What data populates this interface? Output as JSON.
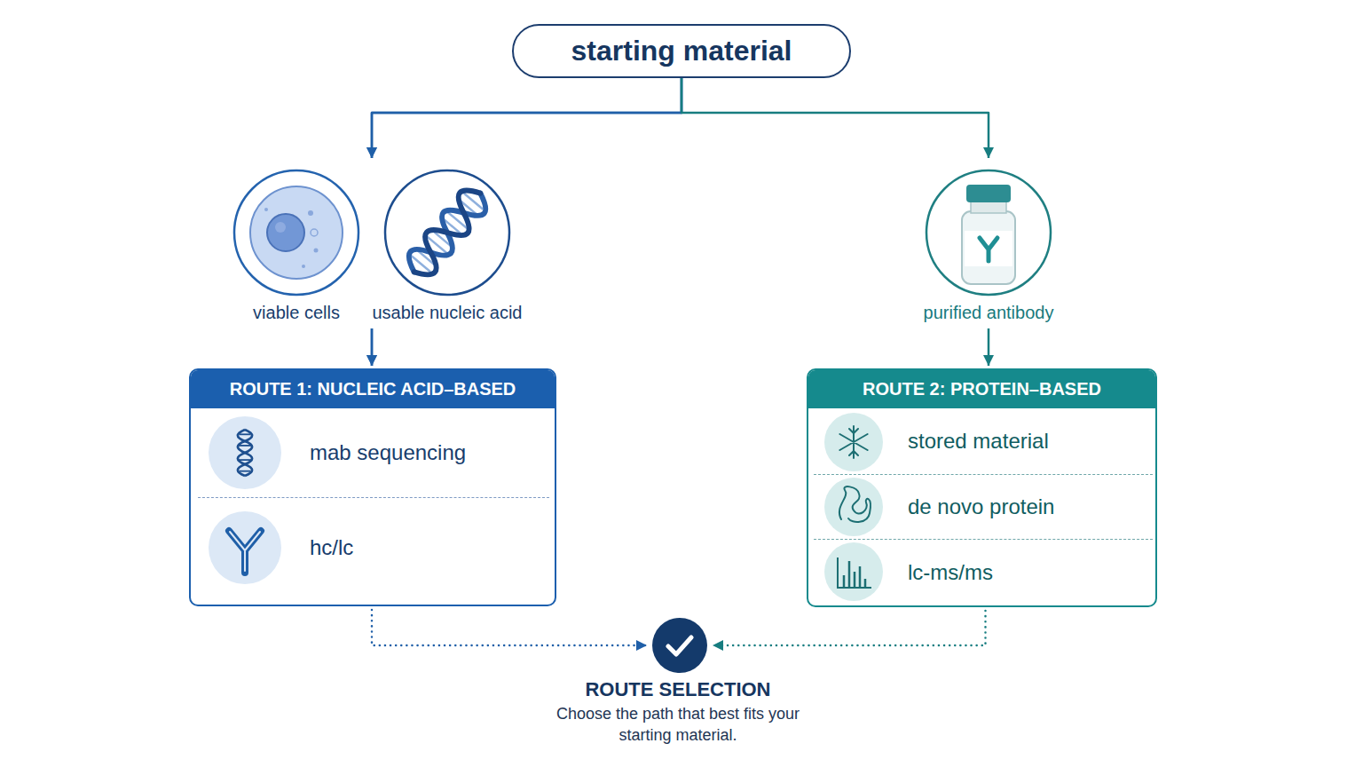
{
  "diagram": {
    "nodes": [
      {
        "text": [
          "starting material"
        ]
      },
      {
        "text": [
          "viable cells"
        ]
      },
      {
        "text": [
          "usable nucleic acid"
        ]
      },
      {
        "text": [
          "purified antibody"
        ]
      },
      {
        "text": [
          "ROUTE 1: NUCLEIC ACID–BASED"
        ]
      },
      {
        "text": [
          "mab sequencing"
        ],
        "in": 4
      },
      {
        "text": [
          "hc/lc"
        ],
        "in": 4
      },
      {
        "text": [
          "ROUTE 2: PROTEIN–BASED"
        ]
      },
      {
        "text": [
          "stored material"
        ],
        "in": 7
      },
      {
        "text": [
          "de novo protein"
        ],
        "in": 7
      },
      {
        "text": [
          "lc-ms/ms"
        ],
        "in": 7
      },
      {
        "text": [
          "ROUTE SELECTION",
          "Choose the path that best fits your starting material."
        ]
      }
    ],
    "edges": [
      {
        "from": 0,
        "to": 1,
        "arrow": "to"
      },
      {
        "from": 0,
        "to": 2,
        "arrow": "to"
      },
      {
        "from": 0,
        "to": 3,
        "arrow": "to"
      },
      {
        "from": 1,
        "to": 4,
        "arrow": "to"
      },
      {
        "from": 2,
        "to": 4,
        "arrow": "to"
      },
      {
        "from": 3,
        "to": 7,
        "arrow": "to"
      },
      {
        "from": 4,
        "to": 11,
        "arrow": "to"
      },
      {
        "from": 7,
        "to": 11,
        "arrow": "to"
      }
    ]
  }
}
